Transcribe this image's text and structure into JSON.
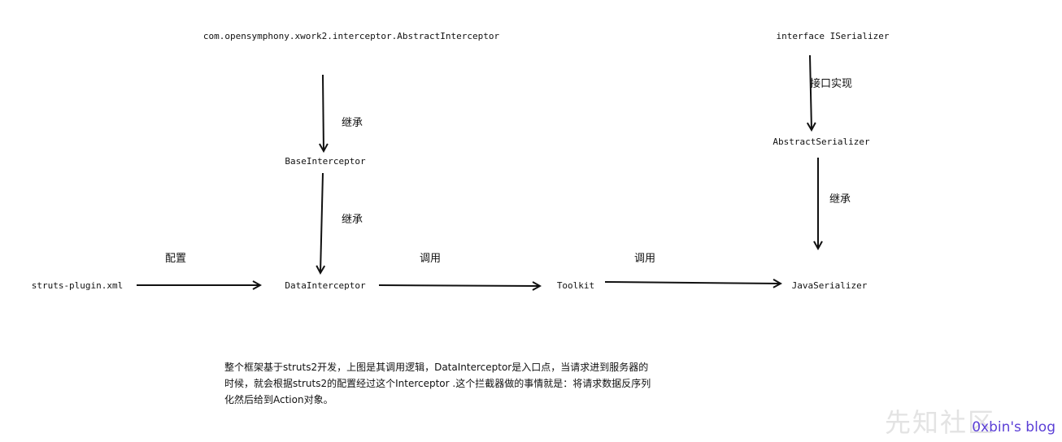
{
  "nodes": {
    "abstract_interceptor": "com.opensymphony.xwork2.interceptor.AbstractInterceptor",
    "base_interceptor": "BaseInterceptor",
    "data_interceptor": "DataInterceptor",
    "struts_plugin": "struts-plugin.xml",
    "toolkit": "Toolkit",
    "java_serializer": "JavaSerializer",
    "iserializer": "interface ISerializer",
    "abstract_serializer": "AbstractSerializer"
  },
  "edge_labels": {
    "inherit_1": "继承",
    "inherit_2": "继承",
    "configure": "配置",
    "call_1": "调用",
    "call_2": "调用",
    "implement": "接口实现",
    "inherit_3": "继承"
  },
  "caption": {
    "line1": "整个框架基于struts2开发，上图是其调用逻辑，DataInterceptor是入口点，当请求进到服务器的",
    "line2": "时候，就会根据struts2的配置经过这个Interceptor .这个拦截器做的事情就是：将请求数据反序列",
    "line3": "化然后给到Action对象。"
  },
  "watermark": {
    "logo_text": "先知社区",
    "blog": "0xbin's blog"
  }
}
